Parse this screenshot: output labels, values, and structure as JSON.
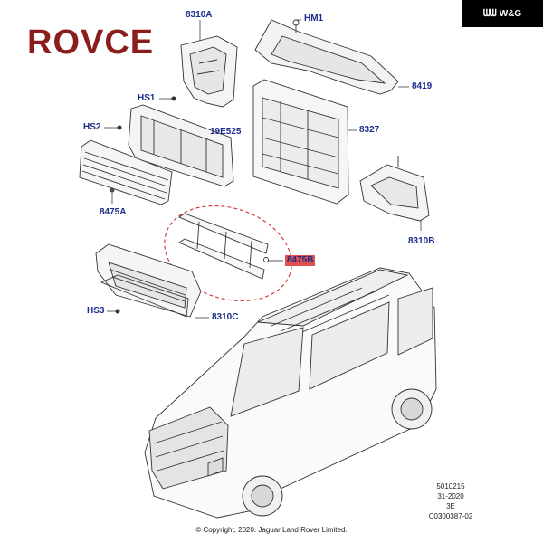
{
  "brand": {
    "logo_text": "ROVCE"
  },
  "badge": {
    "mark": "ᗯᗯ",
    "text": "W&G"
  },
  "callouts": {
    "p8310A": "8310A",
    "hm1": "HM1",
    "hs1": "HS1",
    "p8419": "8419",
    "hs2": "HS2",
    "p19e525": "19E525",
    "p8327": "8327",
    "p8475A": "8475A",
    "p8310B": "8310B",
    "p8475B": "8475B",
    "hs3": "HS3",
    "p8310C": "8310C"
  },
  "info_block": {
    "line1": "5010215",
    "line2": "31-2020",
    "line3": "3E",
    "line4": "C0300387-02"
  },
  "copyright": "© Copyright, 2020. Jaguar Land Rover Limited.",
  "colors": {
    "callout_text": "#1d2c8c",
    "highlight": "#e05050",
    "highlight_outline": "#d23232",
    "logo": "#8b1d1d"
  }
}
